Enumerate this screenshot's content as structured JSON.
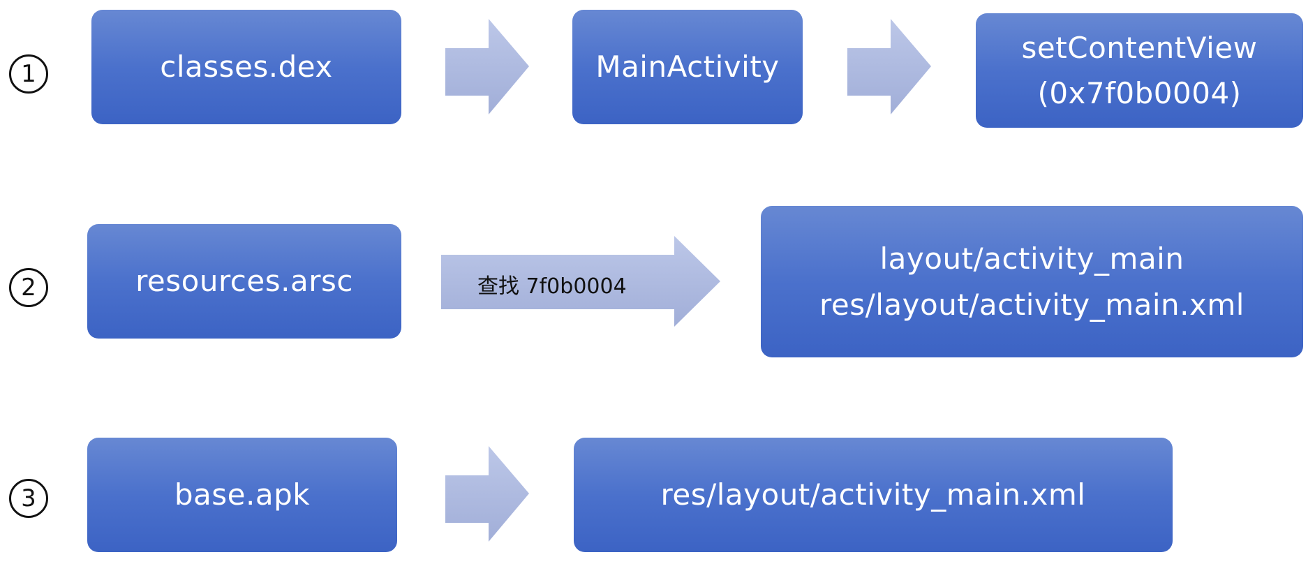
{
  "colors": {
    "box_top": "#6788d3",
    "box_bottom": "#3c63c4",
    "arrow_light": "#b9c4e6",
    "arrow_dark": "#a3afd9",
    "text_light": "#ffffff",
    "text_dark": "#111111"
  },
  "steps": [
    {
      "number": "1",
      "source": "classes.dex",
      "arrow_label": "",
      "middle": "MainActivity",
      "target_lines": [
        "setContentView",
        "(0x7f0b0004)"
      ]
    },
    {
      "number": "2",
      "source": "resources.arsc",
      "arrow_label": "查找 7f0b0004",
      "target_lines": [
        "layout/activity_main",
        "res/layout/activity_main.xml"
      ]
    },
    {
      "number": "3",
      "source": "base.apk",
      "arrow_label": "",
      "target_lines": [
        "res/layout/activity_main.xml"
      ]
    }
  ]
}
